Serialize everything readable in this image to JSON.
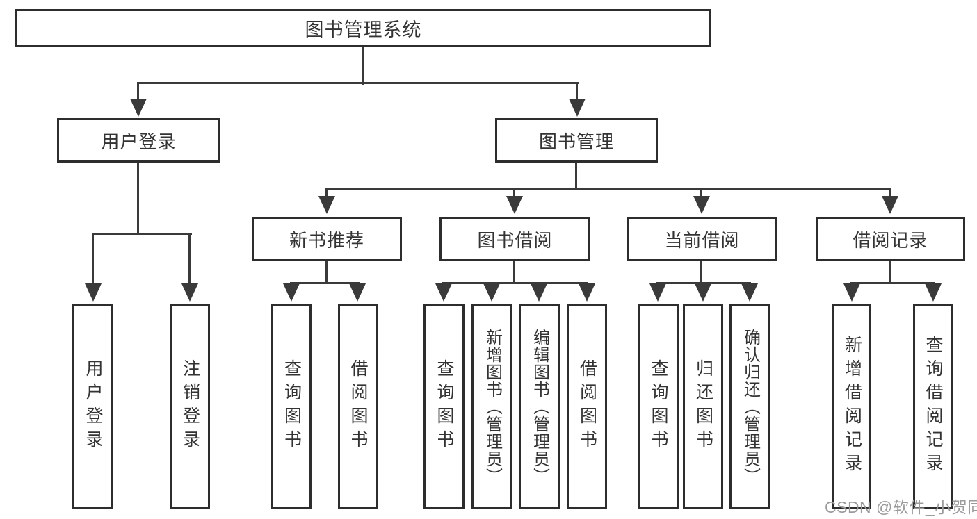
{
  "colors": {
    "box_border": "#2d2d2d",
    "connector": "#3a3a3a",
    "text": "#333333",
    "watermark_text": "#9b9b9b",
    "background": "#ffffff"
  },
  "watermark": {
    "text": "CSDN @软件_小贺同学"
  },
  "tree": {
    "root": {
      "label": "图书管理系统"
    },
    "children": [
      {
        "label": "用户登录",
        "children": [
          {
            "label": "用户登录"
          },
          {
            "label": "注销登录"
          }
        ]
      },
      {
        "label": "图书管理",
        "children": [
          {
            "label": "新书推荐",
            "children": [
              {
                "label": "查询图书"
              },
              {
                "label": "借阅图书"
              }
            ]
          },
          {
            "label": "图书借阅",
            "children": [
              {
                "label": "查询图书"
              },
              {
                "label": "新增图书（管理员）"
              },
              {
                "label": "编辑图书（管理员）"
              },
              {
                "label": "借阅图书"
              }
            ]
          },
          {
            "label": "当前借阅",
            "children": [
              {
                "label": "查询图书"
              },
              {
                "label": "归还图书"
              },
              {
                "label": "确认归还（管理员）"
              }
            ]
          },
          {
            "label": "借阅记录",
            "children": [
              {
                "label": "新增借阅记录"
              },
              {
                "label": "查询借阅记录"
              }
            ]
          }
        ]
      }
    ]
  }
}
